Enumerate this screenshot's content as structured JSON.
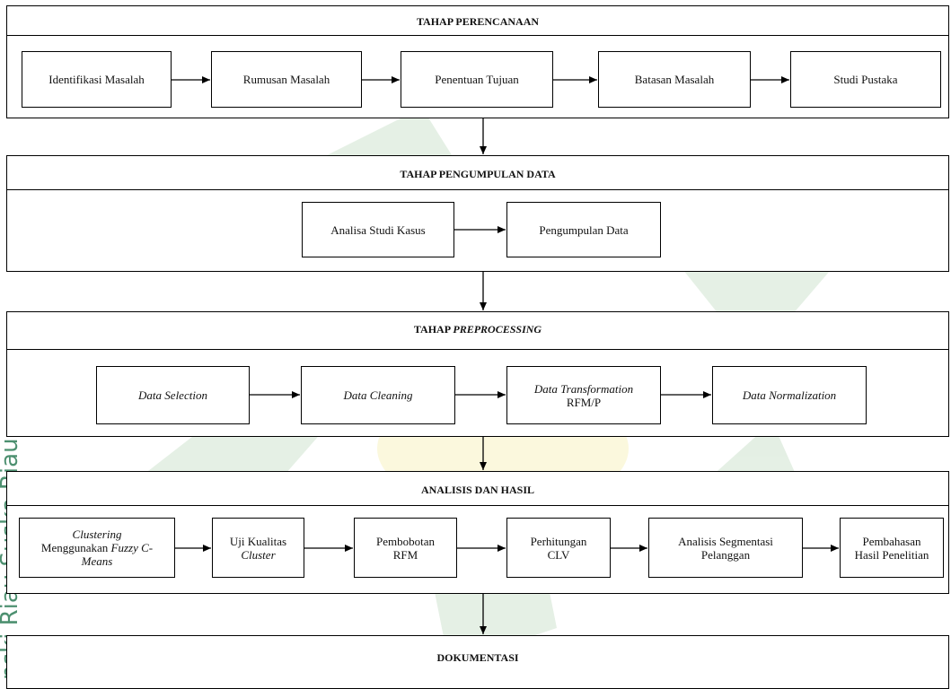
{
  "watermark": {
    "text": "nski Riau Suska Riau",
    "color": "#2f7d58"
  },
  "phases": {
    "planning": {
      "title": "TAHAP PERENCANAAN",
      "steps": [
        {
          "label": "Identifikasi Masalah"
        },
        {
          "label": "Rumusan Masalah"
        },
        {
          "label": "Penentuan Tujuan"
        },
        {
          "label": "Batasan Masalah"
        },
        {
          "label": "Studi Pustaka"
        }
      ]
    },
    "collection": {
      "title": "TAHAP PENGUMPULAN DATA",
      "steps": [
        {
          "label": "Analisa Studi Kasus"
        },
        {
          "label": "Pengumpulan Data"
        }
      ]
    },
    "preprocessing": {
      "title_prefix": "TAHAP ",
      "title_italic": "PREPROCESSING",
      "steps": [
        {
          "label": "Data Selection"
        },
        {
          "label": "Data Cleaning"
        },
        {
          "label_italic": "Data Transformation",
          "label": "RFM/P"
        },
        {
          "label": "Data Normalization"
        }
      ]
    },
    "analysis": {
      "title": "ANALISIS DAN HASIL",
      "steps": [
        {
          "line1_italic": "Clustering",
          "line2_prefix": "Menggunakan ",
          "line2_italic": "Fuzzy C-",
          "line3_italic": "Means"
        },
        {
          "line1": "Uji Kualitas",
          "line2_italic": "Cluster"
        },
        {
          "line1": "Pembobotan",
          "line2": "RFM"
        },
        {
          "line1": "Perhitungan",
          "line2": "CLV"
        },
        {
          "line1": "Analisis Segmentasi",
          "line2": "Pelanggan"
        },
        {
          "line1": "Pembahasan",
          "line2": "Hasil Penelitian"
        }
      ]
    },
    "documentation": {
      "title": "DOKUMENTASI"
    }
  }
}
